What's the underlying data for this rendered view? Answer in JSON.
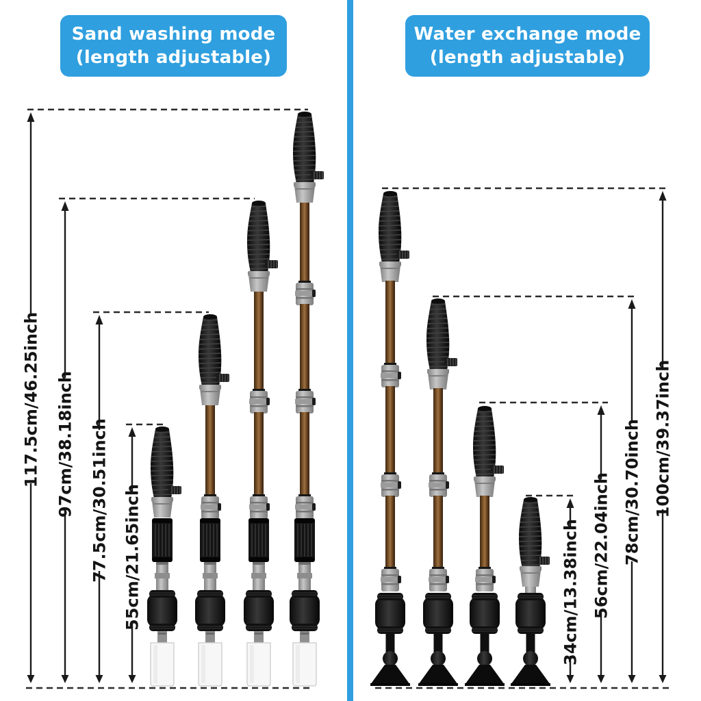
{
  "colors": {
    "accent": "#2F9FDF",
    "dash_line": "#2A2A2A",
    "measurement_text": "#141414",
    "tube_brown": "#6B4A28",
    "handle_black": "#161616",
    "coupler_gray": "#A8A8A8"
  },
  "left_panel": {
    "title_line1": "Sand washing mode",
    "title_line2": "(length adjustable)",
    "measurements": [
      "117.5cm/46.25inch",
      "97cm/38.18inch",
      "77.5cm/30.51inch",
      "55cm/21.65inch"
    ]
  },
  "right_panel": {
    "title_line1": "Water exchange mode",
    "title_line2": "(length adjustable)",
    "measurements": [
      "34cm/13.38inch",
      "56cm/22.04inch",
      "78cm/30.70inch",
      "100cm/39.37inch"
    ]
  }
}
